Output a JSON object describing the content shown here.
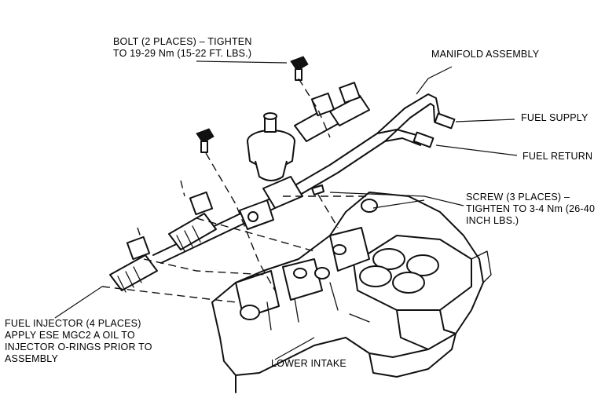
{
  "labels": {
    "bolt_line1": "BOLT (2 PLACES) – TIGHTEN",
    "bolt_line2": "TO 19-29 Nm (15-22 FT. LBS.)",
    "manifold": "MANIFOLD ASSEMBLY",
    "fuel_supply": "FUEL SUPPLY",
    "fuel_return": "FUEL RETURN",
    "screw_line1": "SCREW (3 PLACES) –",
    "screw_line2": "TIGHTEN TO 3-4 Nm (26-40",
    "screw_line3": "INCH LBS.)",
    "injector_line1": "FUEL INJECTOR (4 PLACES)",
    "injector_line2": "APPLY ESE  MGC2  A OIL TO",
    "injector_line3": "INJECTOR O-RINGS PRIOR TO",
    "injector_line4": "ASSEMBLY",
    "lower_intake": "LOWER INTAKE"
  }
}
